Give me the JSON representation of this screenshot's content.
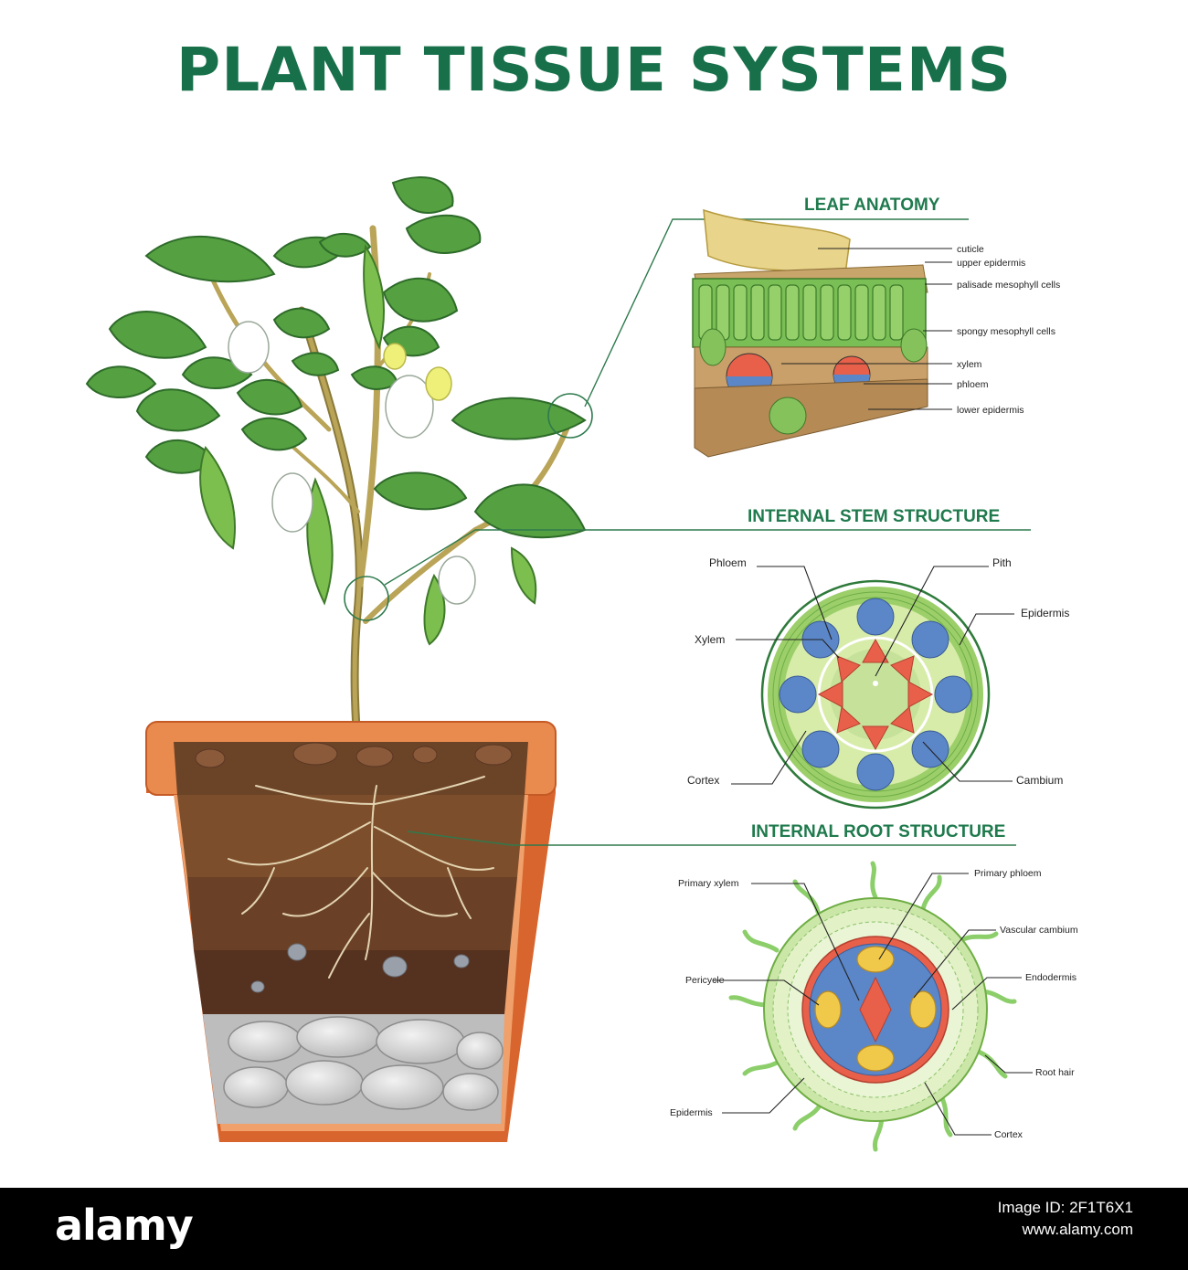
{
  "title": "PLANT TISSUE SYSTEMS",
  "colors": {
    "title_green": "#17704a",
    "section_green": "#1f7a4d",
    "pot_orange": "#e07a3a",
    "leaf_green": "#4f9a3a",
    "xylem_red": "#e8604a",
    "phloem_blue": "#5b86c8"
  },
  "sections": {
    "leaf": {
      "title": "LEAF ANATOMY",
      "labels": [
        "cuticle",
        "upper epidermis",
        "palisade mesophyll cells",
        "spongy mesophyll cells",
        "xylem",
        "phloem",
        "lower epidermis"
      ]
    },
    "stem": {
      "title": "INTERNAL STEM STRUCTURE",
      "labels": {
        "phloem": "Phloem",
        "xylem": "Xylem",
        "cortex": "Cortex",
        "pith": "Pith",
        "epidermis": "Epidermis",
        "cambium": "Cambium"
      }
    },
    "root": {
      "title": "INTERNAL ROOT STRUCTURE",
      "labels": {
        "primary_xylem": "Primary xylem",
        "pericycle": "Pericycle",
        "epidermis": "Epidermis",
        "primary_phloem": "Primary phloem",
        "vascular_cambium": "Vascular cambium",
        "endodermis": "Endodermis",
        "root_hair": "Root hair",
        "cortex": "Cortex"
      }
    }
  },
  "watermark": {
    "brand": "alamy",
    "image_id": "Image ID: 2F1T6X1",
    "site": "www.alamy.com"
  }
}
